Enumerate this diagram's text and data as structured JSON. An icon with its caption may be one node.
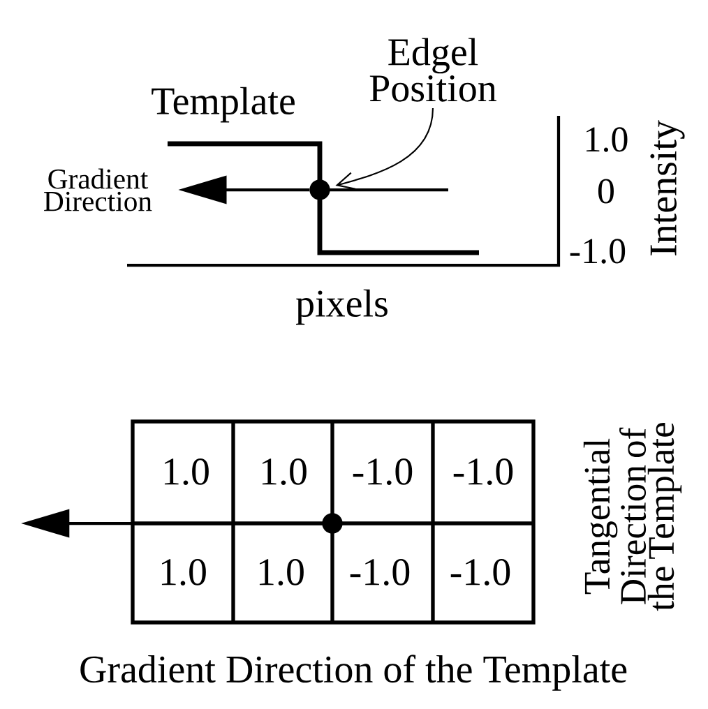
{
  "diagram": {
    "nodes": [
      {
        "text": [
          "Edgel Position"
        ]
      },
      {
        "text": [],
        "shape": "circle"
      },
      {
        "text": [
          "Gradient Direction"
        ]
      },
      {
        "text": [],
        "shape": "circle"
      }
    ],
    "edges": [
      {
        "from": 0,
        "to": 1,
        "arrow": "to"
      },
      {
        "from": 1,
        "to": 2,
        "arrow": "to"
      },
      {
        "from": 3,
        "to": null,
        "arrow": "to"
      }
    ],
    "labels": [
      "Template",
      "1.0",
      "0",
      "-1.0",
      "Intensity",
      "pixels",
      "1.0",
      "1.0",
      "-1.0",
      "-1.0",
      "1.0",
      "1.0",
      "-1.0",
      "-1.0",
      "Tangential Direction of the Template",
      "Gradient Direction of the Template"
    ]
  }
}
